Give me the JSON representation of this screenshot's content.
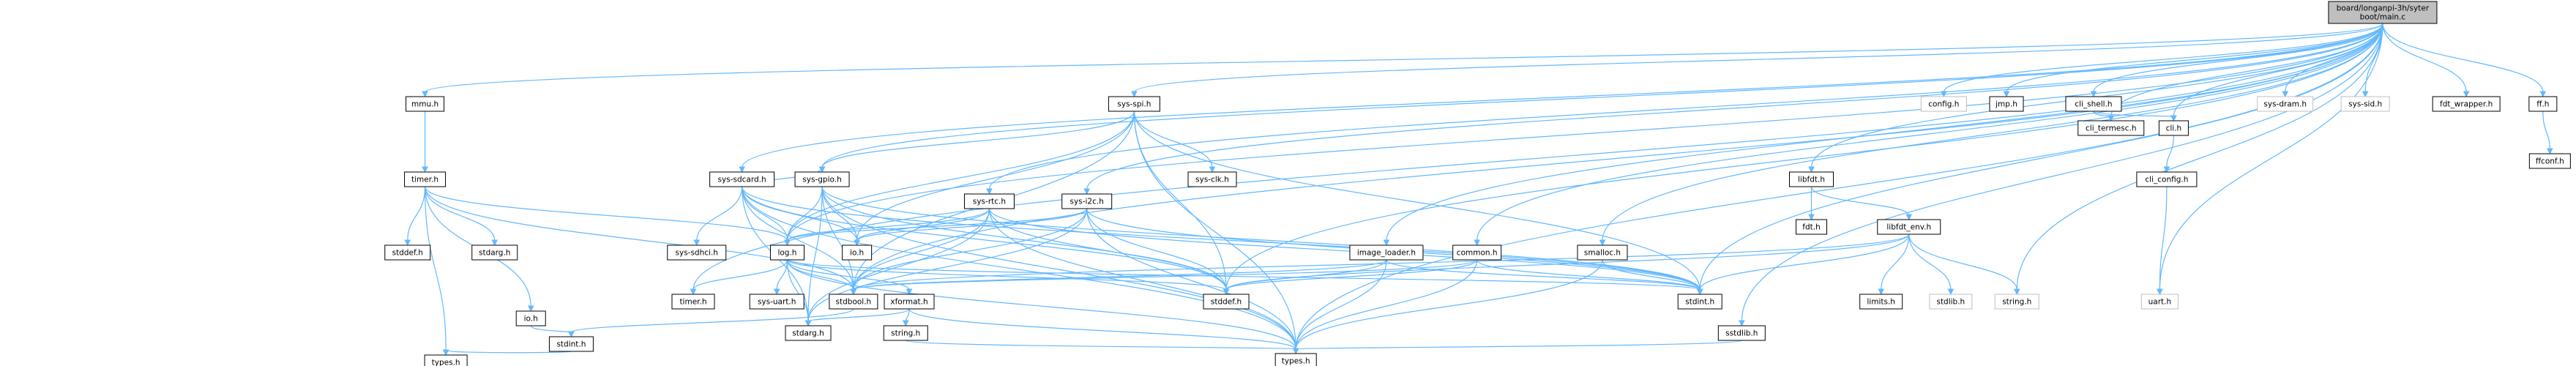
{
  "graph": {
    "root": "main.c",
    "nodes": [
      {
        "id": "main.c",
        "lines": [
          "board/longanpi-3h/syter",
          "boot/main.c"
        ],
        "kind": "root",
        "interactable": false
      },
      {
        "id": "mmu.h",
        "lines": [
          "mmu.h"
        ],
        "kind": "internal",
        "interactable": true
      },
      {
        "id": "timer.h",
        "lines": [
          "timer.h"
        ],
        "kind": "internal",
        "interactable": true
      },
      {
        "id": "stddef.h(timer)",
        "lines": [
          "stddef.h"
        ],
        "kind": "internal",
        "interactable": true
      },
      {
        "id": "stdarg.h(timer)",
        "lines": [
          "stdarg.h"
        ],
        "kind": "internal",
        "interactable": true
      },
      {
        "id": "io.h(arch)",
        "lines": [
          "io.h"
        ],
        "kind": "internal",
        "interactable": true
      },
      {
        "id": "stdint.h(arch)",
        "lines": [
          "stdint.h"
        ],
        "kind": "internal",
        "interactable": true
      },
      {
        "id": "types.h(arch)",
        "lines": [
          "types.h"
        ],
        "kind": "internal",
        "interactable": true
      },
      {
        "id": "sys-spi.h",
        "lines": [
          "sys-spi.h"
        ],
        "kind": "internal",
        "interactable": true
      },
      {
        "id": "sys-sdcard.h",
        "lines": [
          "sys-sdcard.h"
        ],
        "kind": "internal",
        "interactable": true
      },
      {
        "id": "sys-sdhci.h",
        "lines": [
          "sys-sdhci.h"
        ],
        "kind": "internal",
        "interactable": true
      },
      {
        "id": "sys-gpio.h",
        "lines": [
          "sys-gpio.h"
        ],
        "kind": "internal",
        "interactable": true
      },
      {
        "id": "sys-clk.h",
        "lines": [
          "sys-clk.h"
        ],
        "kind": "internal",
        "interactable": true
      },
      {
        "id": "sys-rtc.h",
        "lines": [
          "sys-rtc.h"
        ],
        "kind": "internal",
        "interactable": true
      },
      {
        "id": "sys-i2c.h",
        "lines": [
          "sys-i2c.h"
        ],
        "kind": "internal",
        "interactable": true
      },
      {
        "id": "io.h",
        "lines": [
          "io.h"
        ],
        "kind": "internal",
        "interactable": true
      },
      {
        "id": "log.h",
        "lines": [
          "log.h"
        ],
        "kind": "internal",
        "interactable": true
      },
      {
        "id": "timer.h(2)",
        "lines": [
          "timer.h"
        ],
        "kind": "internal",
        "interactable": true
      },
      {
        "id": "sys-uart.h",
        "lines": [
          "sys-uart.h"
        ],
        "kind": "internal",
        "interactable": true
      },
      {
        "id": "stdbool.h",
        "lines": [
          "stdbool.h"
        ],
        "kind": "internal",
        "interactable": true
      },
      {
        "id": "xformat.h",
        "lines": [
          "xformat.h"
        ],
        "kind": "internal",
        "interactable": true
      },
      {
        "id": "stdarg.h",
        "lines": [
          "stdarg.h"
        ],
        "kind": "internal",
        "interactable": true
      },
      {
        "id": "string.h(lib)",
        "lines": [
          "string.h"
        ],
        "kind": "internal",
        "interactable": true
      },
      {
        "id": "types.h",
        "lines": [
          "types.h"
        ],
        "kind": "internal",
        "interactable": true
      },
      {
        "id": "stddef.h",
        "lines": [
          "stddef.h"
        ],
        "kind": "internal",
        "interactable": true
      },
      {
        "id": "image_loader.h",
        "lines": [
          "image_loader.h"
        ],
        "kind": "internal",
        "interactable": true
      },
      {
        "id": "common.h",
        "lines": [
          "common.h"
        ],
        "kind": "internal",
        "interactable": true
      },
      {
        "id": "stdint.h",
        "lines": [
          "stdint.h"
        ],
        "kind": "internal",
        "interactable": true
      },
      {
        "id": "smalloc.h",
        "lines": [
          "smalloc.h"
        ],
        "kind": "internal",
        "interactable": true
      },
      {
        "id": "sstdlib.h",
        "lines": [
          "sstdlib.h"
        ],
        "kind": "internal",
        "interactable": true
      },
      {
        "id": "libfdt.h",
        "lines": [
          "libfdt.h"
        ],
        "kind": "internal",
        "interactable": true
      },
      {
        "id": "fdt.h",
        "lines": [
          "fdt.h"
        ],
        "kind": "internal",
        "interactable": true
      },
      {
        "id": "libfdt_env.h",
        "lines": [
          "libfdt_env.h"
        ],
        "kind": "internal",
        "interactable": true
      },
      {
        "id": "limits.h",
        "lines": [
          "limits.h"
        ],
        "kind": "internal",
        "interactable": true
      },
      {
        "id": "stdlib.h",
        "lines": [
          "stdlib.h"
        ],
        "kind": "external",
        "interactable": false
      },
      {
        "id": "string.h",
        "lines": [
          "string.h"
        ],
        "kind": "external",
        "interactable": false
      },
      {
        "id": "config.h",
        "lines": [
          "config.h"
        ],
        "kind": "external",
        "interactable": false
      },
      {
        "id": "jmp.h",
        "lines": [
          "jmp.h"
        ],
        "kind": "internal",
        "interactable": true
      },
      {
        "id": "cli_shell.h",
        "lines": [
          "cli_shell.h"
        ],
        "kind": "internal",
        "interactable": true
      },
      {
        "id": "cli_termesc.h",
        "lines": [
          "cli_termesc.h"
        ],
        "kind": "internal",
        "interactable": true
      },
      {
        "id": "cli.h",
        "lines": [
          "cli.h"
        ],
        "kind": "internal",
        "interactable": true
      },
      {
        "id": "cli_config.h",
        "lines": [
          "cli_config.h"
        ],
        "kind": "internal",
        "interactable": true
      },
      {
        "id": "uart.h",
        "lines": [
          "uart.h"
        ],
        "kind": "external",
        "interactable": false
      },
      {
        "id": "sys-dram.h",
        "lines": [
          "sys-dram.h"
        ],
        "kind": "external",
        "interactable": false
      },
      {
        "id": "sys-sid.h",
        "lines": [
          "sys-sid.h"
        ],
        "kind": "external",
        "interactable": false
      },
      {
        "id": "fdt_wrapper.h",
        "lines": [
          "fdt_wrapper.h"
        ],
        "kind": "internal",
        "interactable": true
      },
      {
        "id": "ff.h",
        "lines": [
          "ff.h"
        ],
        "kind": "internal",
        "interactable": true
      },
      {
        "id": "ffconf.h",
        "lines": [
          "ffconf.h"
        ],
        "kind": "internal",
        "interactable": true
      }
    ],
    "edges": [
      [
        "main.c",
        "mmu.h"
      ],
      [
        "main.c",
        "sys-spi.h"
      ],
      [
        "main.c",
        "sys-sdcard.h"
      ],
      [
        "main.c",
        "sys-gpio.h"
      ],
      [
        "main.c",
        "sys-rtc.h"
      ],
      [
        "main.c",
        "sys-i2c.h"
      ],
      [
        "main.c",
        "log.h"
      ],
      [
        "main.c",
        "image_loader.h"
      ],
      [
        "main.c",
        "common.h"
      ],
      [
        "main.c",
        "smalloc.h"
      ],
      [
        "main.c",
        "sstdlib.h"
      ],
      [
        "main.c",
        "libfdt.h"
      ],
      [
        "main.c",
        "config.h"
      ],
      [
        "main.c",
        "jmp.h"
      ],
      [
        "main.c",
        "cli_shell.h"
      ],
      [
        "main.c",
        "cli.h"
      ],
      [
        "main.c",
        "cli_termesc.h"
      ],
      [
        "main.c",
        "sys-dram.h"
      ],
      [
        "main.c",
        "sys-sid.h"
      ],
      [
        "main.c",
        "fdt_wrapper.h"
      ],
      [
        "main.c",
        "ff.h"
      ],
      [
        "main.c",
        "uart.h"
      ],
      [
        "main.c",
        "string.h"
      ],
      [
        "main.c",
        "stdint.h"
      ],
      [
        "main.c",
        "stddef.h"
      ],
      [
        "main.c",
        "types.h"
      ],
      [
        "main.c",
        "stdbool.h"
      ],
      [
        "main.c",
        "timer.h(2)"
      ],
      [
        "mmu.h",
        "timer.h"
      ],
      [
        "timer.h",
        "stddef.h(timer)"
      ],
      [
        "timer.h",
        "stdarg.h(timer)"
      ],
      [
        "timer.h",
        "io.h(arch)"
      ],
      [
        "timer.h",
        "types.h(arch)"
      ],
      [
        "timer.h",
        "log.h"
      ],
      [
        "timer.h",
        "stdbool.h"
      ],
      [
        "io.h(arch)",
        "stdint.h(arch)"
      ],
      [
        "stdint.h(arch)",
        "types.h(arch)"
      ],
      [
        "sys-spi.h",
        "sys-clk.h"
      ],
      [
        "sys-spi.h",
        "sys-gpio.h"
      ],
      [
        "sys-spi.h",
        "io.h"
      ],
      [
        "sys-spi.h",
        "log.h"
      ],
      [
        "sys-spi.h",
        "stdint.h"
      ],
      [
        "sys-spi.h",
        "stddef.h"
      ],
      [
        "sys-spi.h",
        "types.h"
      ],
      [
        "sys-spi.h",
        "stdbool.h"
      ],
      [
        "sys-sdcard.h",
        "sys-sdhci.h"
      ],
      [
        "sys-sdcard.h",
        "sys-gpio.h"
      ],
      [
        "sys-sdcard.h",
        "io.h"
      ],
      [
        "sys-sdcard.h",
        "log.h"
      ],
      [
        "sys-sdcard.h",
        "stdint.h"
      ],
      [
        "sys-sdcard.h",
        "stdarg.h"
      ],
      [
        "sys-sdcard.h",
        "types.h"
      ],
      [
        "sys-sdcard.h",
        "stdbool.h"
      ],
      [
        "sys-sdcard.h",
        "stddef.h"
      ],
      [
        "sys-gpio.h",
        "io.h"
      ],
      [
        "sys-gpio.h",
        "log.h"
      ],
      [
        "sys-gpio.h",
        "stdint.h"
      ],
      [
        "sys-gpio.h",
        "stddef.h"
      ],
      [
        "sys-gpio.h",
        "stdbool.h"
      ],
      [
        "sys-gpio.h",
        "types.h"
      ],
      [
        "sys-gpio.h",
        "stdarg.h"
      ],
      [
        "sys-rtc.h",
        "io.h"
      ],
      [
        "sys-rtc.h",
        "log.h"
      ],
      [
        "sys-rtc.h",
        "stdint.h"
      ],
      [
        "sys-rtc.h",
        "stddef.h"
      ],
      [
        "sys-rtc.h",
        "types.h"
      ],
      [
        "sys-rtc.h",
        "stdbool.h"
      ],
      [
        "sys-rtc.h",
        "stdarg.h"
      ],
      [
        "sys-i2c.h",
        "io.h"
      ],
      [
        "sys-i2c.h",
        "log.h"
      ],
      [
        "sys-i2c.h",
        "stdint.h"
      ],
      [
        "sys-i2c.h",
        "stddef.h"
      ],
      [
        "sys-i2c.h",
        "types.h"
      ],
      [
        "sys-i2c.h",
        "stdbool.h"
      ],
      [
        "sys-i2c.h",
        "stdarg.h"
      ],
      [
        "log.h",
        "timer.h(2)"
      ],
      [
        "log.h",
        "sys-uart.h"
      ],
      [
        "log.h",
        "stdbool.h"
      ],
      [
        "log.h",
        "xformat.h"
      ],
      [
        "log.h",
        "stdarg.h"
      ],
      [
        "log.h",
        "stddef.h"
      ],
      [
        "log.h",
        "stdint.h"
      ],
      [
        "log.h",
        "types.h"
      ],
      [
        "stdbool.h",
        "stdint.h(arch)"
      ],
      [
        "xformat.h",
        "stdarg.h"
      ],
      [
        "xformat.h",
        "string.h(lib)"
      ],
      [
        "xformat.h",
        "types.h"
      ],
      [
        "string.h(lib)",
        "types.h"
      ],
      [
        "image_loader.h",
        "stdbool.h"
      ],
      [
        "image_loader.h",
        "stddef.h"
      ],
      [
        "image_loader.h",
        "stdint.h"
      ],
      [
        "image_loader.h",
        "types.h"
      ],
      [
        "common.h",
        "stdbool.h"
      ],
      [
        "common.h",
        "stddef.h"
      ],
      [
        "common.h",
        "stdint.h"
      ],
      [
        "common.h",
        "types.h"
      ],
      [
        "smalloc.h",
        "stdint.h"
      ],
      [
        "smalloc.h",
        "types.h"
      ],
      [
        "sstdlib.h",
        "types.h"
      ],
      [
        "libfdt.h",
        "fdt.h"
      ],
      [
        "libfdt.h",
        "libfdt_env.h"
      ],
      [
        "libfdt_env.h",
        "limits.h"
      ],
      [
        "libfdt_env.h",
        "stdlib.h"
      ],
      [
        "libfdt_env.h",
        "string.h"
      ],
      [
        "libfdt_env.h",
        "stdint.h"
      ],
      [
        "libfdt_env.h",
        "stddef.h"
      ],
      [
        "libfdt_env.h",
        "stdbool.h"
      ],
      [
        "cli_shell.h",
        "cli_termesc.h"
      ],
      [
        "cli_shell.h",
        "cli.h"
      ],
      [
        "cli.h",
        "cli_config.h"
      ],
      [
        "cli_config.h",
        "uart.h"
      ],
      [
        "ff.h",
        "ffconf.h"
      ]
    ]
  }
}
